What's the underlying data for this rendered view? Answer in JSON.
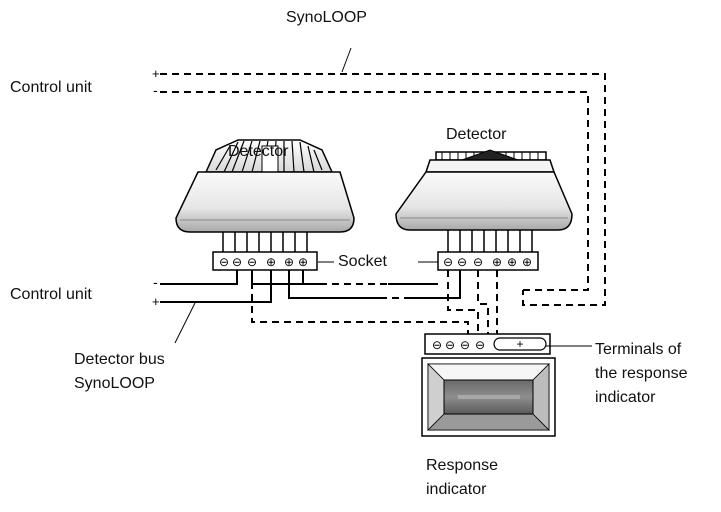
{
  "labels": {
    "loop_top": "SynoLOOP",
    "control_unit_top": "Control unit",
    "control_unit_bottom": "Control unit",
    "detector_left": "Detector",
    "detector_right": "Detector",
    "socket": "Socket",
    "detector_bus_line1": "Detector bus",
    "detector_bus_line2": "SynoLOOP",
    "terminals_line1": "Terminals of",
    "terminals_line2": "the response",
    "terminals_line3": "indicator",
    "response_line1": "Response",
    "response_line2": "indicator"
  },
  "polarity": {
    "top_plus": "+",
    "top_minus": "-",
    "bottom_minus": "-",
    "bottom_plus": "+",
    "indicator_plus": "+"
  },
  "terminal_symbols": {
    "left_socket": [
      "⊖",
      "⊖",
      "⊖",
      "⊕",
      "⊕",
      "⊕"
    ],
    "right_socket": [
      "⊖",
      "⊖",
      "⊖",
      "⊕",
      "⊕",
      "⊕"
    ],
    "indicator": [
      "⊖",
      "⊖",
      "⊖",
      "⊖"
    ]
  }
}
